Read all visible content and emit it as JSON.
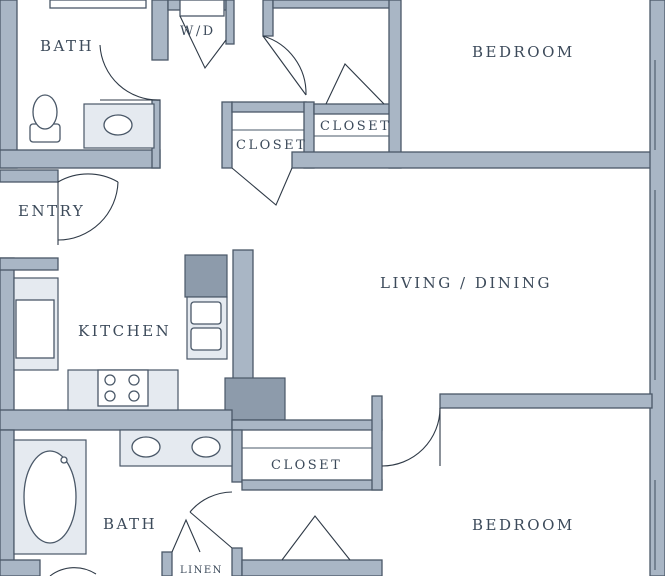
{
  "rooms": {
    "bath_top": "BATH",
    "wd": "W/D",
    "bedroom_top": "BEDROOM",
    "closet_a": "CLOSET",
    "closet_b": "CLOSET",
    "entry": "ENTRY",
    "living_dining": "LIVING / DINING",
    "kitchen": "KITCHEN",
    "closet_c": "CLOSET",
    "bath_bottom": "BATH",
    "bedroom_bottom": "BEDROOM",
    "linen": "LINEN"
  },
  "colors": {
    "wall": "#a9b6c5",
    "outline": "#4a5868",
    "label": "#3c4a5a"
  }
}
